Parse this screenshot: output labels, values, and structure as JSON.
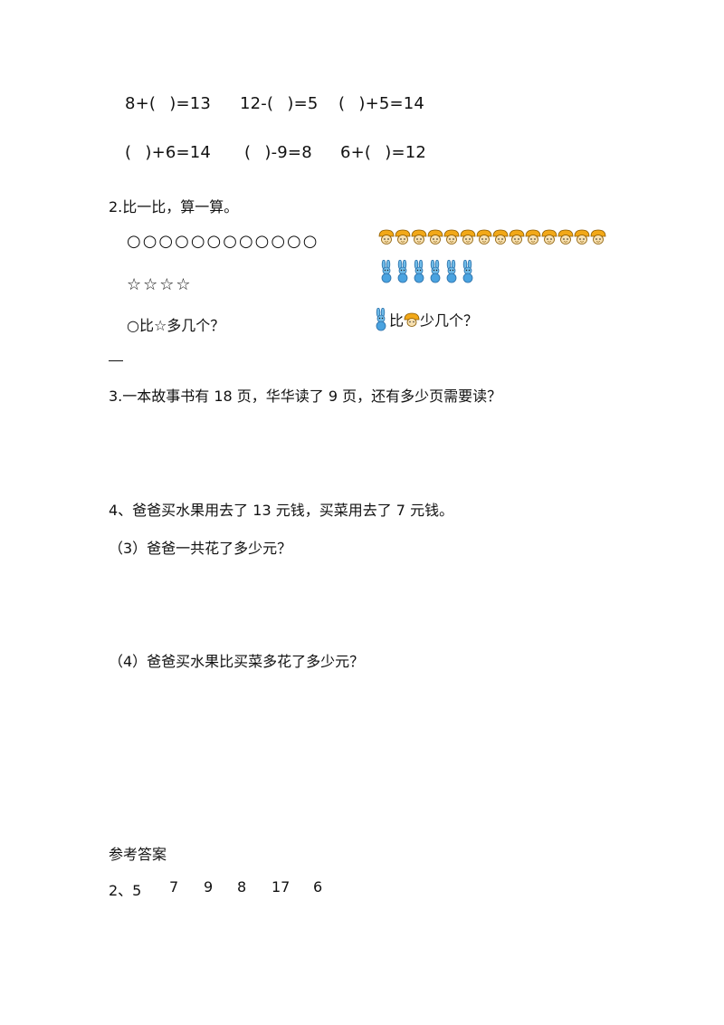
{
  "equations_row1": [
    "8+(  )=13",
    "12-(  )=5",
    "(  )+5=14"
  ],
  "equations_row2": [
    "(  )+6=14",
    "(  )-9=8",
    "6+(  )=12"
  ],
  "q2": {
    "title": "2.比一比，算一算。",
    "circles": "○○○○○○○○○○○○",
    "stars": "☆☆☆☆",
    "left_question": "○比☆多几个？",
    "right_question_mid": "比",
    "right_question_end": "少几个？",
    "mushroom_count": 14,
    "rabbit_count": 6,
    "icons": {
      "mushroom": "mushroom-icon",
      "rabbit": "rabbit-icon"
    },
    "colors": {
      "mushroom_cap": "#f2a818",
      "rabbit": "#4aa3e0"
    }
  },
  "q3": {
    "text": "3.一本故事书有 18 页，华华读了 9 页，还有多少页需要读？"
  },
  "q4": {
    "text": "4、爸爸买水果用去了 13 元钱，买菜用去了 7 元钱。",
    "sub3": "（3）爸爸一共花了多少元？",
    "sub4": "（4）爸爸买水果比买菜多花了多少元？"
  },
  "answers": {
    "title": "参考答案",
    "line": [
      "2、5",
      "7",
      "9",
      "8",
      "17",
      "6"
    ]
  }
}
